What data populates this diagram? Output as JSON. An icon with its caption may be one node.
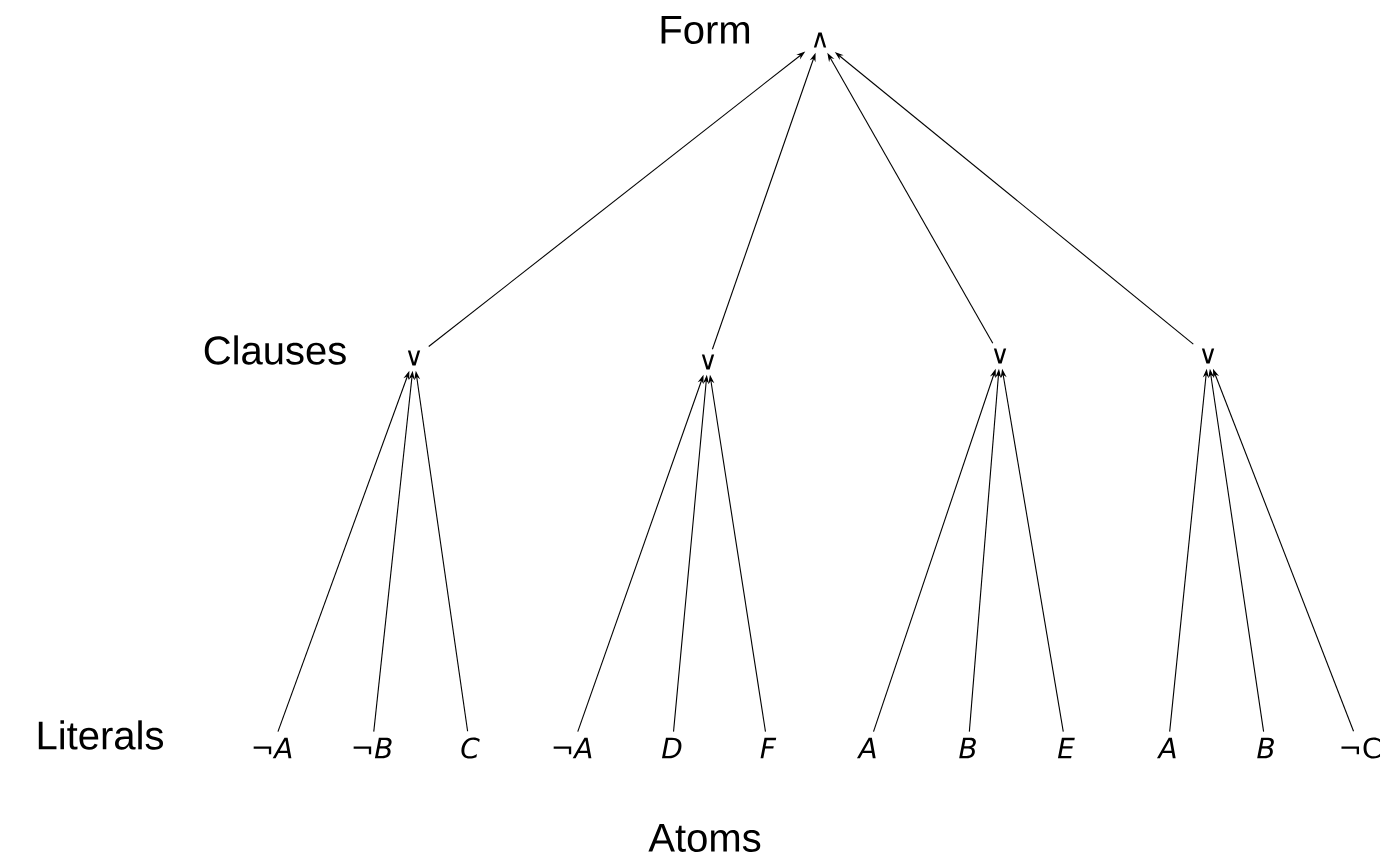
{
  "diagram": {
    "nodes": [
      {
        "text": [
          "∧"
        ]
      },
      {
        "text": [
          "∨"
        ]
      },
      {
        "text": [
          "∨"
        ]
      },
      {
        "text": [
          "∨"
        ]
      },
      {
        "text": [
          "∨"
        ]
      },
      {
        "text": [
          "¬*A*"
        ]
      },
      {
        "text": [
          "¬*B*"
        ]
      },
      {
        "text": [
          "*C*"
        ]
      },
      {
        "text": [
          "¬*A*"
        ]
      },
      {
        "text": [
          "*D*"
        ]
      },
      {
        "text": [
          "*F*"
        ]
      },
      {
        "text": [
          "*A*"
        ]
      },
      {
        "text": [
          "*B*"
        ]
      },
      {
        "text": [
          "*E*"
        ]
      },
      {
        "text": [
          "*A*"
        ]
      },
      {
        "text": [
          "*B*"
        ]
      },
      {
        "text": [
          "¬C"
        ]
      }
    ],
    "edges": [
      {
        "from": 1,
        "to": 0,
        "arrow": "to"
      },
      {
        "from": 2,
        "to": 0,
        "arrow": "to"
      },
      {
        "from": 3,
        "to": 0,
        "arrow": "to"
      },
      {
        "from": 4,
        "to": 0,
        "arrow": "to"
      },
      {
        "from": 5,
        "to": 1,
        "arrow": "to"
      },
      {
        "from": 6,
        "to": 1,
        "arrow": "to"
      },
      {
        "from": 7,
        "to": 1,
        "arrow": "to"
      },
      {
        "from": 8,
        "to": 2,
        "arrow": "to"
      },
      {
        "from": 9,
        "to": 2,
        "arrow": "to"
      },
      {
        "from": 10,
        "to": 2,
        "arrow": "to"
      },
      {
        "from": 11,
        "to": 3,
        "arrow": "to"
      },
      {
        "from": 12,
        "to": 3,
        "arrow": "to"
      },
      {
        "from": 13,
        "to": 3,
        "arrow": "to"
      },
      {
        "from": 14,
        "to": 4,
        "arrow": "to"
      },
      {
        "from": 15,
        "to": 4,
        "arrow": "to"
      },
      {
        "from": 16,
        "to": 4,
        "arrow": "to"
      }
    ],
    "labels": [
      "Form",
      "Clauses",
      "Literals",
      "Atoms"
    ]
  }
}
